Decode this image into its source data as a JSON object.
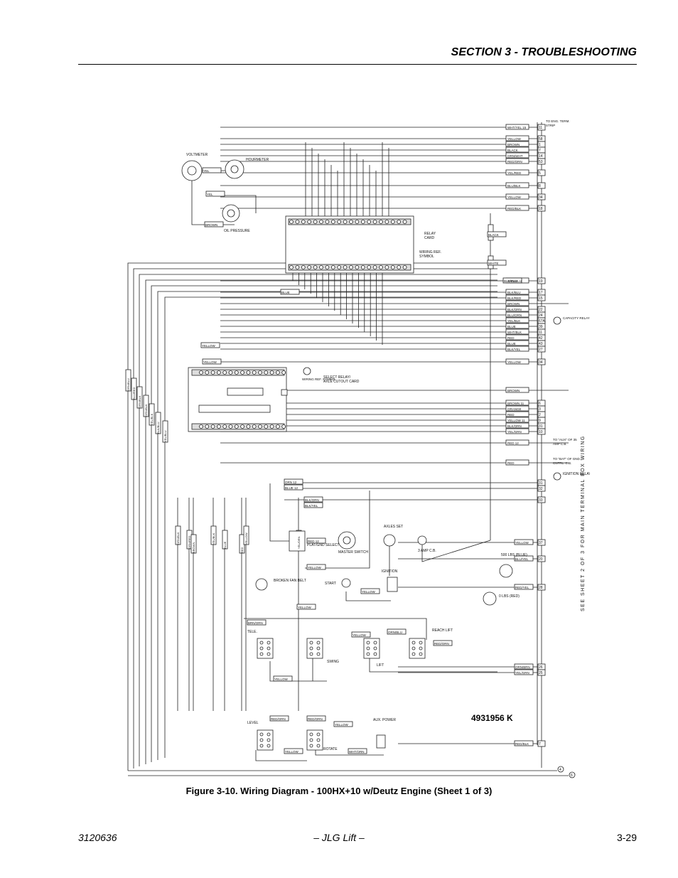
{
  "header": {
    "section_title": "SECTION 3 - TROUBLESHOOTING"
  },
  "diagram": {
    "drawing_number": "4931956 K",
    "side_note": "SEE SHEET 2 OF 3 FOR MAIN TERMINAL BOX WIRING",
    "components": {
      "voltmeter": "VOLTMETER",
      "hourmeter": "HOURMETER",
      "oil_pressure": "OIL PRESSURE",
      "relay_card": "RELAY CARD",
      "wiring_ref": "WIRING REF. SYMBOL",
      "select_relay": "SELECT RELAY/ AXLE CUTOUT CARD",
      "wiring_ref_2": "WIRING REF. SYMBOL",
      "plat_gnd": "PLAT/GND SELECT",
      "master_switch": "MASTER SWITCH",
      "axles_set": "AXLES SET",
      "amp_cb": "3 AMP C.B.",
      "ignition": "IGNITION",
      "start": "START",
      "broken_fan_belt": "BROKEN FAN BELT",
      "lbs_500": "500 LBS (BLUE)",
      "lbs_0": "0 LBS (RED)",
      "tele": "TELE.",
      "swing": "SWING",
      "lift": "LIFT",
      "reach_lift": "REACH LIFT",
      "level": "LEVEL",
      "rotate": "ROTATE",
      "aux_power": "AUX. POWER",
      "ignition_relay": "IGNITION RELAY",
      "to_eng_strip": "TO ENG. TERM. STRIP",
      "to_aux": "TO \"AUX\" OF 35 AMP C.B.",
      "to_bat": "TO \"BAT\" OF GND. CNTRL. C.B.",
      "crit_relay": "CAPACITY RELAY"
    },
    "right_wires": [
      {
        "color": "WHT/YEL 15",
        "term": "11"
      },
      {
        "color": "YELLOW",
        "term": "58"
      },
      {
        "color": "BROWN",
        "term": "1"
      },
      {
        "color": "BLACK",
        "term": "7"
      },
      {
        "color": "ORN/WHT",
        "term": "14"
      },
      {
        "color": "RED/ORN",
        "term": "53"
      },
      {
        "color": "YEL/RED",
        "term": "5"
      },
      {
        "color": "BLU/BLK",
        "term": "8"
      },
      {
        "color": "YELLOW",
        "term": "34"
      },
      {
        "color": "RED/BLK",
        "term": "18"
      },
      {
        "color": "ORN/BLU",
        "term": "19"
      },
      {
        "color": "BLK/BLU",
        "term": "17"
      },
      {
        "color": "BLK/RED",
        "term": "15"
      },
      {
        "color": "BROWN",
        "term": ""
      },
      {
        "color": "BLK/ORN",
        "term": "22"
      },
      {
        "color": "BLU/ORN",
        "term": "24"
      },
      {
        "color": "YEL/BLK",
        "term": "67A"
      },
      {
        "color": "BLUE",
        "term": "39"
      },
      {
        "color": "WHT/BLK",
        "term": "11"
      },
      {
        "color": "RED",
        "term": "42"
      },
      {
        "color": "BLUE",
        "term": "43"
      },
      {
        "color": "BLK/YEL",
        "term": "27"
      },
      {
        "color": "YELLOW",
        "term": "34"
      },
      {
        "color": "BROWN",
        "term": ""
      },
      {
        "color": "BROWN 11",
        "term": "6"
      },
      {
        "color": "ORANGE",
        "term": "3"
      },
      {
        "color": "RED",
        "term": "2"
      },
      {
        "color": "YELLOW 11",
        "term": "9"
      },
      {
        "color": "BLK/ORN",
        "term": "31"
      },
      {
        "color": "YEL/GRN",
        "term": "10"
      },
      {
        "color": "RED 12",
        "term": ""
      },
      {
        "color": "RED",
        "term": ""
      }
    ],
    "lower_right_wires": [
      {
        "color": "YELLOW",
        "term": "37"
      },
      {
        "color": "BLU/YEL",
        "term": "20"
      },
      {
        "color": "RED/YEL",
        "term": "28"
      },
      {
        "color": "ORN/BRN",
        "term": "26"
      },
      {
        "color": "YEL/GRN",
        "term": "25"
      },
      {
        "color": "RED/BLK",
        "term": "7"
      }
    ],
    "mid_terms": [
      "31",
      "32",
      "33"
    ],
    "bottom_terms": [
      "4",
      "6"
    ],
    "left_verticals": [
      "GRN/BLU",
      "BLU/RED",
      "ORN/BLK",
      "GRN/BLK",
      "YEL/BLK",
      "BLK/BLU",
      "YEL/BLU"
    ],
    "lower_verticals": [
      "ORN/BLK",
      "GRN/RED",
      "BROWN",
      "YEL/BLK",
      "BLUE",
      "RED",
      "YELLOW",
      "YEL/ORN"
    ],
    "internal_labels": [
      "BLUE",
      "YELLOW",
      "YELLOW",
      "BLK/BLU",
      "RED 12",
      "YELLOW",
      "YELLOW",
      "YELLOW",
      "YELLOW",
      "YELLOW",
      "RED/ORN",
      "RED/ORN",
      "YELLOW",
      "YELLOW",
      "WHT/ORN",
      "ORN 12",
      "BLUE 12",
      "BLK/ORN",
      "BLK/YEL",
      "BLACK",
      "WHITE",
      "YEL",
      "YEL",
      "BROWN",
      "ORN/BLU",
      "BRN/ORN",
      "RED/ORN"
    ]
  },
  "caption": "Figure 3-10.  Wiring Diagram - 100HX+10 w/Deutz Engine (Sheet 1 of 3)",
  "footer": {
    "doc_number": "3120636",
    "center": "– JLG Lift –",
    "page": "3-29"
  }
}
